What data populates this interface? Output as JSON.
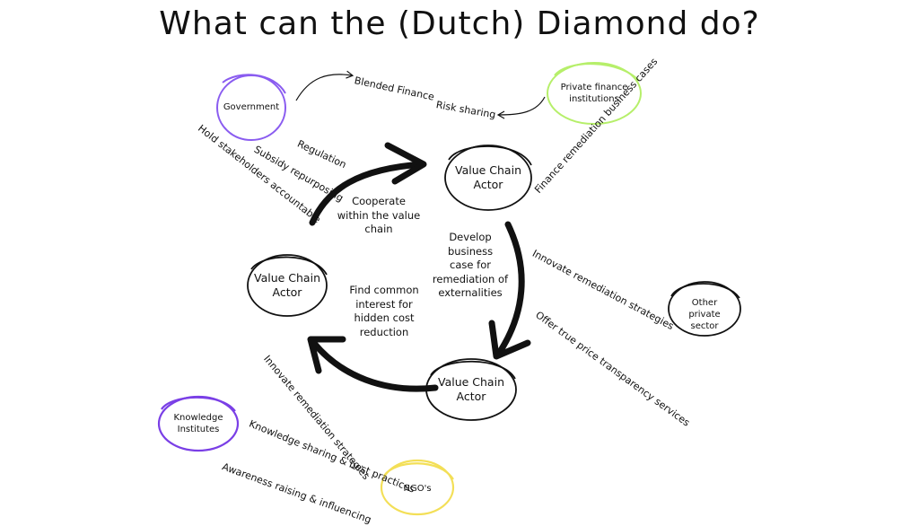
{
  "title": "What can the (Dutch) Diamond do?",
  "nodes": {
    "government": "Government",
    "private_finance": "Private finance institutions",
    "other_private": "Other private sector",
    "knowledge": "Knowledge Institutes",
    "ngos": "NGO's",
    "vca_top": "Value Chain Actor",
    "vca_left": "Value Chain Actor",
    "vca_bottom": "Value Chain Actor"
  },
  "edges": {
    "blended_finance": "Blended Finance",
    "risk_sharing": "Risk sharing",
    "regulation": "Regulation",
    "subsidy": "Subsidy repurposing",
    "hold_accountable": "Hold stakeholders accountable",
    "finance_remediation": "Finance remediation business cases",
    "innovate_right": "Innovate remediation  strategies",
    "price_transparency": "Offer true price transparency services",
    "innovate_left": "Innovate remediation  strategies",
    "knowledge_sharing": "Knowledge sharing & best practices",
    "awareness": "Awareness raising & influencing"
  },
  "cycle": {
    "cooperate": "Cooperate\nwithin the value\nchain",
    "develop": "Develop business\ncase for\nremediation of\nexternalities",
    "find_common": "Find common\ninterest for\nhidden cost\nreduction"
  },
  "colors": {
    "government": "#8a5cf0",
    "private_finance": "#b6ef6a",
    "other_private": "#111111",
    "knowledge": "#7a3fe6",
    "ngos": "#f3df57",
    "ink": "#111111"
  }
}
